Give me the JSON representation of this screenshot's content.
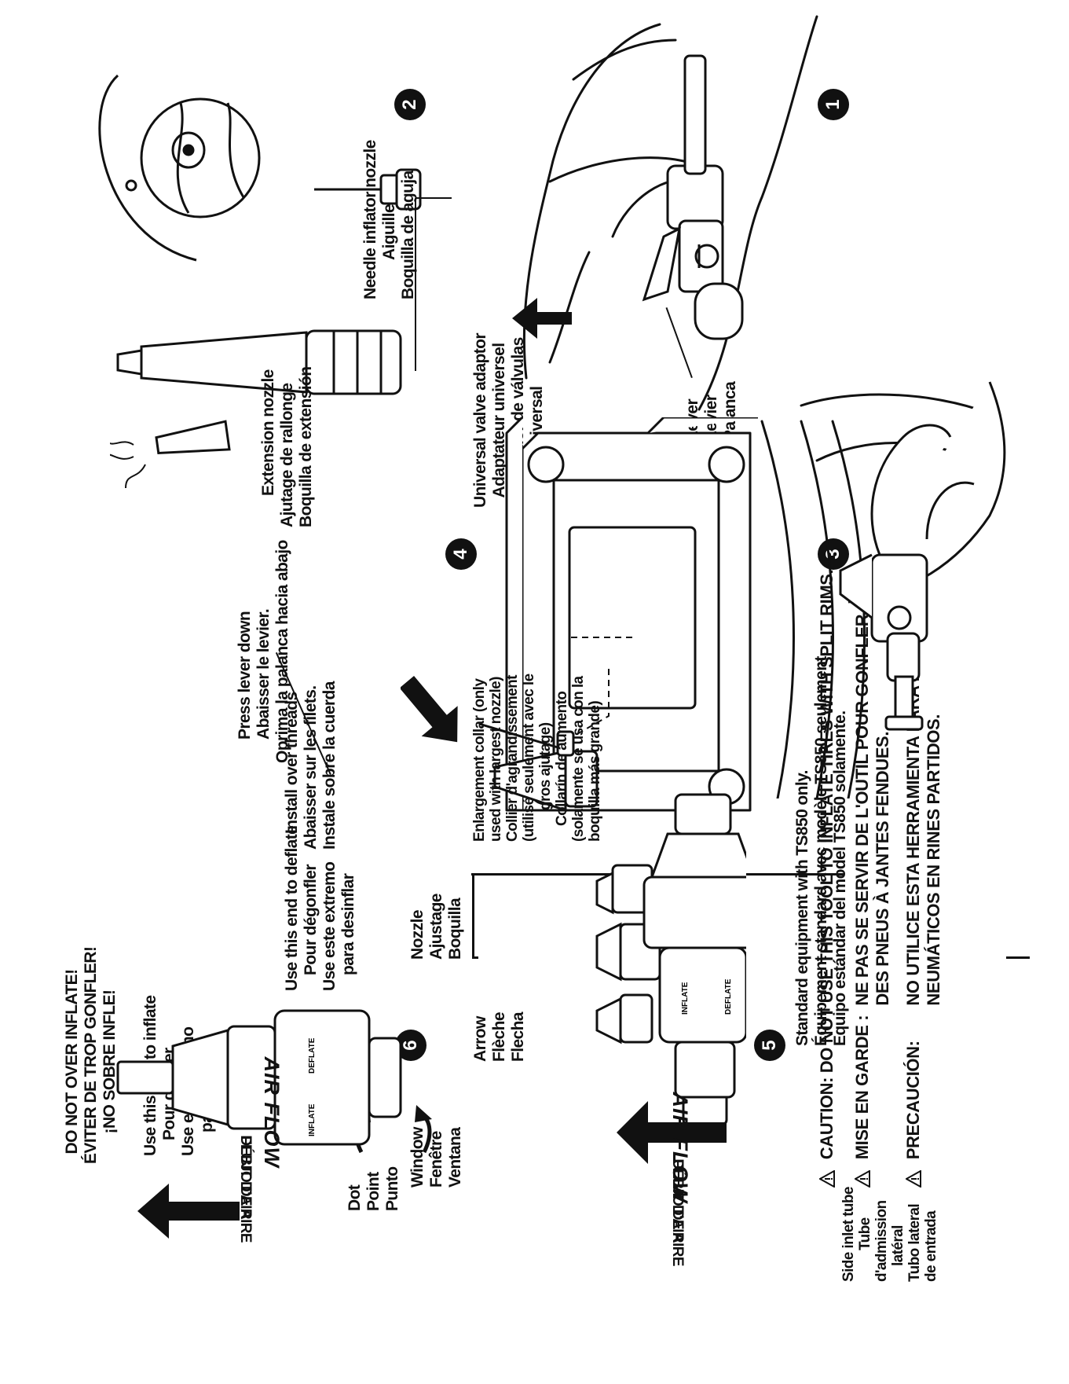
{
  "steps": [
    "1",
    "2",
    "3",
    "4",
    "5",
    "6"
  ],
  "panel1": {
    "lever": [
      "Lever",
      "Levier",
      "Palanca"
    ],
    "adaptor": [
      "Universal valve adaptor",
      "Adaptateur universel",
      "Adaptador de válvulas",
      "universal"
    ]
  },
  "panel2": {
    "needle": [
      "Needle inflator nozzle",
      "Aiguille",
      "Boquilla de aguja"
    ],
    "extension": [
      "Extension nozzle",
      "Ajutage de rallonge",
      "Boquilla de extensión"
    ]
  },
  "panel4": {
    "press": [
      "Press lever down",
      "Abaisser le levier.",
      "Oprima la palanca hacia abajo"
    ],
    "install": [
      "Install over threads",
      "Abaisser sur les filets.",
      "Instale sobre la cuerda"
    ]
  },
  "warning": {
    "en_label": "CAUTION:",
    "en_text": "DO NOT USE THIS TOOL TO INFLATE TIRES WITH SPLIT RIMS.",
    "fr_label": "MISE EN GARDE :",
    "fr_text": [
      "NE PAS SE SERVIR DE L'OUTIL POUR GONFLER",
      "DES PNEUS À JANTES FENDUES."
    ],
    "es_label": "PRECAUCIÓN:",
    "es_text": [
      "NO UTILICE ESTA HERRAMIENTA PARA INFLAR",
      "NEUMÁTICOS EN RINES PARTIDOS."
    ]
  },
  "panel5": {
    "standard": [
      "Standard equipment with TS850 only.",
      "Équipement standard avec modèle TS850 seulement.",
      "Equipo estándar del model TS850 solamente."
    ],
    "collar": [
      "Enlargement collar (only",
      "used with largest nozzle)",
      "Collier d'agrandissement",
      "(utilisé seulement avec le",
      "gros ajutage)",
      "Collarín de aumento",
      "(solamente se usa con la",
      "boquilla más grande)"
    ],
    "nozzle": [
      "Nozzle",
      "Ajustage",
      "Boquilla"
    ],
    "arrow": [
      "Arrow",
      "Flèche",
      "Flecha"
    ],
    "side_inlet": [
      "Side inlet tube",
      "Tube",
      "d'admission",
      "latéral",
      "Tubo lateral",
      "de entrada"
    ],
    "air_flow": "AIR FLOW",
    "debit": "DÉBIT D'AIR",
    "flujo": "FLUJO DE AIRE"
  },
  "panel6": {
    "deflate": [
      "Use this end to deflate",
      "Pour dégonfler",
      "Use este extremo",
      "para desinflar"
    ],
    "inflate": [
      "Use this end to inflate",
      "Pour gonfler",
      "Use este extremo",
      "para inflar"
    ],
    "window": [
      "Window",
      "Fenêtre",
      "Ventana"
    ],
    "dot": [
      "Dot",
      "Point",
      "Punto"
    ],
    "overinflate": [
      "DO NOT OVER INFLATE!",
      "ÉVITER DE TROP GONFLER!",
      "¡NO SOBRE INFLE!"
    ],
    "air_flow": "AIR FLOW",
    "debit": "DÉBIT D'AIR",
    "flujo": "FLUJO DE AIRE"
  },
  "gauge_text": {
    "inflate": "INFLATE",
    "deflate": "DEFLATE"
  }
}
